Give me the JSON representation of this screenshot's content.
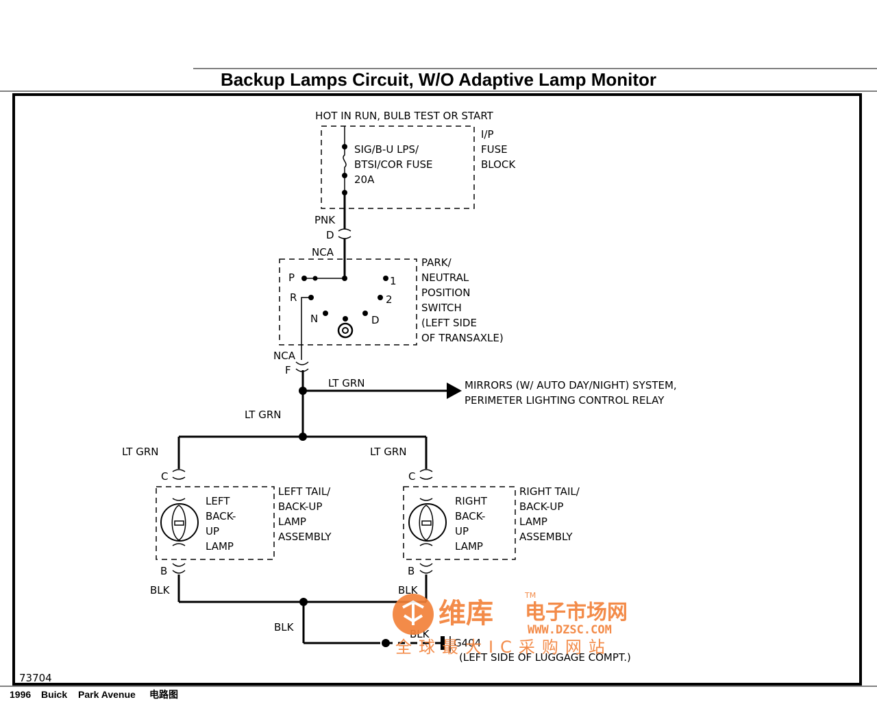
{
  "title": "Backup Lamps Circuit, W/O Adaptive Lamp Monitor",
  "power_source": "HOT IN RUN, BULB TEST OR START",
  "fuse": {
    "line1": "SIG/B-U LPS/",
    "line2": "BTSI/COR FUSE",
    "line3": "20A"
  },
  "fuse_block": {
    "line1": "I/P",
    "line2": "FUSE",
    "line3": "BLOCK"
  },
  "wires": {
    "pnk": "PNK",
    "lt_grn_branch": "LT GRN",
    "lt_grn_main": "LT GRN",
    "lt_grn_left": "LT GRN",
    "lt_grn_right": "LT GRN",
    "blk_left": "BLK",
    "blk_right": "BLK",
    "blk_ground": "BLK",
    "blk_ground2": "BLK"
  },
  "connectors": {
    "d": "D",
    "nca_top": "NCA",
    "nca_bottom": "NCA",
    "f": "F",
    "c_left": "C",
    "c_right": "C",
    "b_left": "B",
    "b_right": "B"
  },
  "switch": {
    "line1": "PARK/",
    "line2": "NEUTRAL",
    "line3": "POSITION",
    "line4": "SWITCH",
    "line5": "(LEFT SIDE",
    "line6": "OF TRANSAXLE)",
    "pos_p": "P",
    "pos_r": "R",
    "pos_n": "N",
    "pos_d": "D",
    "pos_1": "1",
    "pos_2": "2"
  },
  "mirrors": {
    "line1": "MIRRORS (W/ AUTO DAY/NIGHT) SYSTEM,",
    "line2": "PERIMETER LIGHTING CONTROL RELAY"
  },
  "left_lamp": {
    "bulb_line1": "LEFT",
    "bulb_line2": "BACK-",
    "bulb_line3": "UP",
    "bulb_line4": "LAMP",
    "assy_line1": "LEFT TAIL/",
    "assy_line2": "BACK-UP",
    "assy_line3": "LAMP",
    "assy_line4": "ASSEMBLY"
  },
  "right_lamp": {
    "bulb_line1": "RIGHT",
    "bulb_line2": "BACK-",
    "bulb_line3": "UP",
    "bulb_line4": "LAMP",
    "assy_line1": "RIGHT TAIL/",
    "assy_line2": "BACK-UP",
    "assy_line3": "LAMP",
    "assy_line4": "ASSEMBLY"
  },
  "ground": {
    "id": "G404",
    "location": "(LEFT SIDE OF LUGGAGE COMPT.)"
  },
  "diagram_id": "73704",
  "footer": {
    "year": "1996",
    "make": "Buick",
    "model": "Park Avenue",
    "type": "电路图"
  },
  "watermark": {
    "brand": "维库",
    "brand2": "电子市场网",
    "tm": "TM",
    "url": "WWW.DZSC.COM",
    "slogan": "全球最大IC采购网站"
  },
  "colors": {
    "line": "#000000",
    "watermark": "#f2823a",
    "background": "#ffffff"
  }
}
